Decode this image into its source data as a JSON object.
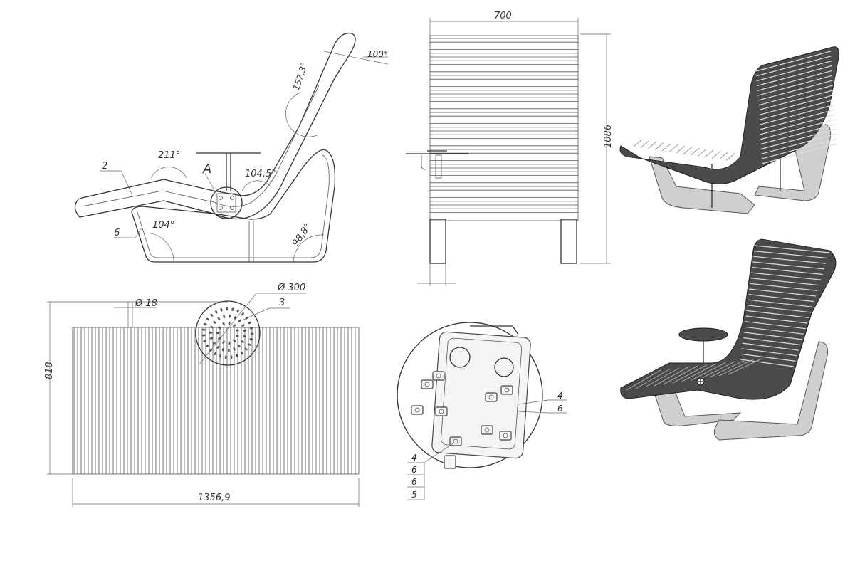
{
  "side_view": {
    "dims": {
      "angle_top": "157,3°",
      "width_top": "100*",
      "angle_head": "211°",
      "callout_2": "2",
      "section_a": "A",
      "angle_seat": "104,5°",
      "angle_leg": "104°",
      "callout_6": "6",
      "angle_back_leg": "98,8°"
    }
  },
  "front_view": {
    "dims": {
      "width": "700",
      "height": "1086"
    }
  },
  "top_view": {
    "dims": {
      "diameter_table": "Ø 300",
      "callout_3": "3",
      "diameter_slat": "Ø 18",
      "depth": "818",
      "length": "1356,9"
    }
  },
  "detail_view": {
    "callouts_right": [
      "4",
      "6"
    ],
    "callouts_left": [
      "4",
      "6",
      "6",
      "5"
    ]
  },
  "render_views": {
    "count": 2
  }
}
